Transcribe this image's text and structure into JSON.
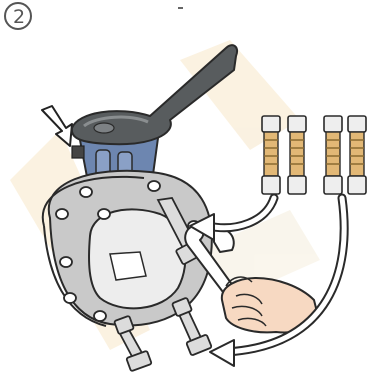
{
  "step": {
    "number": "2"
  },
  "illustration": {
    "icons": [
      "butterfly-valve",
      "lever-handle",
      "flange-bolt",
      "wrench",
      "hand",
      "curved-arrow",
      "pointer-arrow"
    ],
    "colors": {
      "handle": "#585c5e",
      "valve_body": "#6d86b0",
      "flange": "#c9c9c9",
      "outline": "#2a2a2a",
      "bolt": "#dcdcdc",
      "spring": "#e2b876",
      "watermark": "#f3d9a8"
    }
  }
}
